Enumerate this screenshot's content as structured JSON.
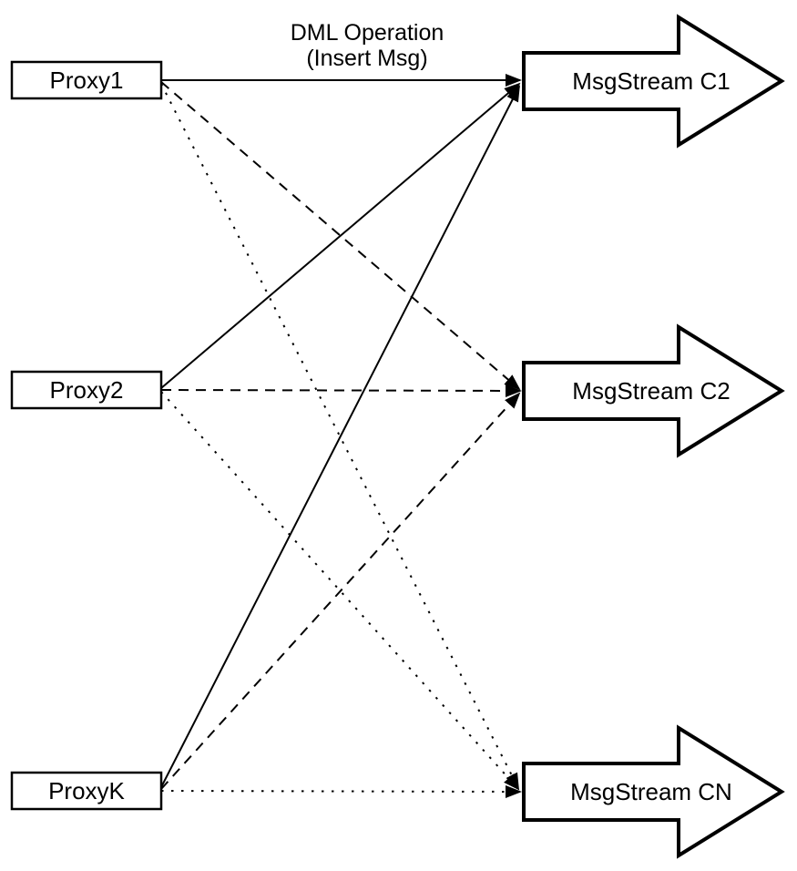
{
  "diagram": {
    "title_label": {
      "line1": "DML Operation",
      "line2": "(Insert Msg)"
    },
    "proxies": [
      {
        "label": "Proxy1"
      },
      {
        "label": "Proxy2"
      },
      {
        "label": "ProxyK"
      }
    ],
    "streams": [
      {
        "label": "MsgStream C1"
      },
      {
        "label": "MsgStream C2"
      },
      {
        "label": "MsgStream CN"
      }
    ],
    "edges": [
      {
        "from": "Proxy1",
        "to": "MsgStream C1",
        "style": "solid"
      },
      {
        "from": "Proxy1",
        "to": "MsgStream C2",
        "style": "dashed"
      },
      {
        "from": "Proxy1",
        "to": "MsgStream CN",
        "style": "dotted"
      },
      {
        "from": "Proxy2",
        "to": "MsgStream C1",
        "style": "solid"
      },
      {
        "from": "Proxy2",
        "to": "MsgStream C2",
        "style": "dashed"
      },
      {
        "from": "Proxy2",
        "to": "MsgStream CN",
        "style": "dotted"
      },
      {
        "from": "ProxyK",
        "to": "MsgStream C1",
        "style": "solid"
      },
      {
        "from": "ProxyK",
        "to": "MsgStream C2",
        "style": "dashed"
      },
      {
        "from": "ProxyK",
        "to": "MsgStream CN",
        "style": "dotted"
      }
    ],
    "line_styles": {
      "solid": "none",
      "dashed": "11 8",
      "dotted": "2.5 8.5"
    },
    "colors": {
      "stroke": "#000000",
      "fill": "#ffffff",
      "background": "#ffffff"
    }
  }
}
